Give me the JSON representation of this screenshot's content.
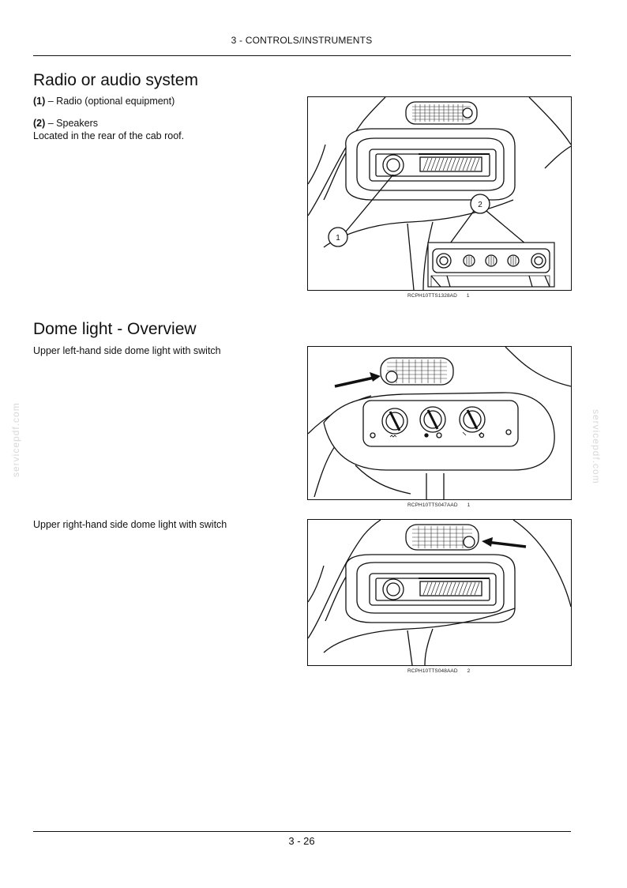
{
  "header": {
    "section": "3 - CONTROLS/INSTRUMENTS"
  },
  "footer": {
    "page": "3 - 26"
  },
  "watermark": "servicepdf.com",
  "radio_section": {
    "title": "Radio or audio system",
    "item1_num": "(1)",
    "item1_text": " – Radio (optional equipment)",
    "item2_num": "(2)",
    "item2_text": " – Speakers",
    "item2_note": "Located in the rear of the cab roof.",
    "figure": {
      "callout1": "1",
      "callout2": "2",
      "ref": "RCPH10TTS1328AD",
      "num": "1"
    }
  },
  "dome_section": {
    "title": "Dome light - Overview",
    "left_caption": "Upper left-hand side dome light with switch",
    "left_figure": {
      "ref": "RCPH10TTS047AAD",
      "num": "1"
    },
    "right_caption": "Upper right-hand side dome light with switch",
    "right_figure": {
      "ref": "RCPH10TTS048AAD",
      "num": "2"
    }
  }
}
